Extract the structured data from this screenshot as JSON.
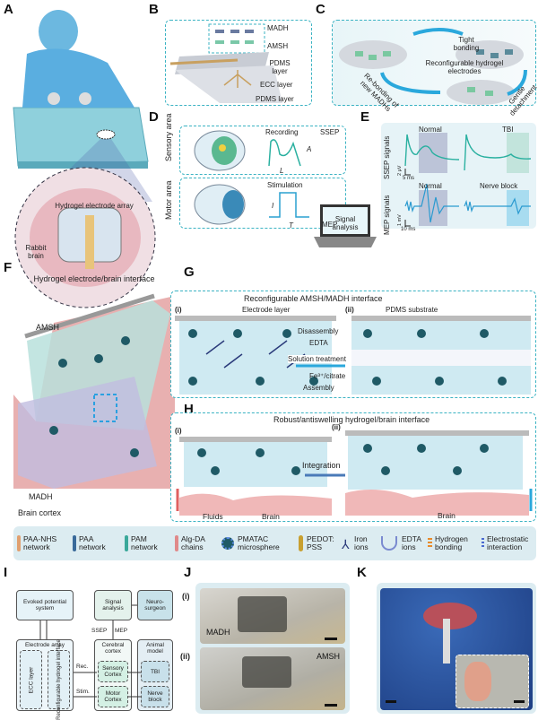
{
  "panels": {
    "A": "A",
    "B": "B",
    "C": "C",
    "D": "D",
    "E": "E",
    "F": "F",
    "G": "G",
    "H": "H",
    "I": "I",
    "J": "J",
    "K": "K"
  },
  "A": {
    "electrode_label": "Hydrogel electrode array",
    "brain_label": "Rabbit brain"
  },
  "B": {
    "layers": [
      "MADH",
      "AMSH",
      "PDMS layer",
      "ECC layer",
      "PDMS layer"
    ]
  },
  "C": {
    "tight": "Tight bonding",
    "reconfig": "Reconfigurable hydrogel electrodes",
    "detach": "Gentle detachment",
    "rebond": "Re-bonding of new MADHs"
  },
  "D": {
    "sensory": "Sensory area",
    "motor": "Motor area",
    "recording": "Recording",
    "ssep": "SSEP",
    "mep": "MEP",
    "stimulation": "Stimulation",
    "A": "A",
    "L": "L",
    "I": "I",
    "T": "T",
    "analysis": "Signal analysis"
  },
  "E": {
    "ssep_axis": "SSEP signals",
    "mep_axis": "MEP signals",
    "normal": "Normal",
    "tbi": "TBI",
    "nerve_block": "Nerve block",
    "ssep_scale_y": "2 μV",
    "ssep_scale_x": "5 ms",
    "mep_scale_y": "1 mV",
    "mep_scale_x": "10 ms"
  },
  "F": {
    "title": "Hydrogel electrode/brain interface",
    "amsh": "AMSH",
    "madh": "MADH",
    "cortex": "Brain cortex"
  },
  "G": {
    "title": "Reconfigurable AMSH/MADH interface",
    "i": "(i)",
    "ii": "(ii)",
    "electrode_layer": "Electrode layer",
    "pdms": "PDMS substrate",
    "disassembly": "Disassembly",
    "edta": "EDTA",
    "solution": "Solution treatment",
    "fe": "Fe³⁺/citrate",
    "assembly": "Assembly"
  },
  "H": {
    "title": "Robust/antiswelling hydrogel/brain interface",
    "i": "(i)",
    "ii": "(ii)",
    "integration": "Integration",
    "fluids": "Fluids",
    "brain1": "Brain",
    "brain2": "Brain"
  },
  "legend": [
    {
      "label": "PAA-NHS network",
      "color": "#e0a070"
    },
    {
      "label": "PAA network",
      "color": "#3a6a9a"
    },
    {
      "label": "PAM network",
      "color": "#3aa89a"
    },
    {
      "label": "Alg-DA chains",
      "color": "#e08a8a"
    },
    {
      "label": "PMATAC microsphere",
      "color": "#1f5a66"
    },
    {
      "label": "PEDOT: PSS",
      "color": "#c8a030"
    },
    {
      "label": "Iron ions",
      "color": "#2a3a7a"
    },
    {
      "label": "EDTA ions",
      "color": "#7a8ad0"
    },
    {
      "label": "Hydrogen bonding",
      "color": "#e88a2a"
    },
    {
      "label": "Electrostatic interaction",
      "color": "#4a6ad0"
    }
  ],
  "I": {
    "eps": "Evoked potential system",
    "array": "Electrode array",
    "ecc": "ECC layer",
    "reconfig": "Reconfigurable hydrogel interface",
    "signal": "Signal analysis",
    "neuro": "Neuro-surgeon",
    "ssep": "SSEP",
    "mep": "MEP",
    "cortex": "Cerebral cortex",
    "model": "Animal model",
    "sensory": "Sensory Cortex",
    "motor": "Motor Cortex",
    "tbi": "TBI",
    "nerve": "Nerve block",
    "rec": "Rec.",
    "stim": "Stim."
  },
  "J": {
    "i": "(i)",
    "ii": "(ii)",
    "madh": "MADH",
    "amsh": "AMSH"
  }
}
